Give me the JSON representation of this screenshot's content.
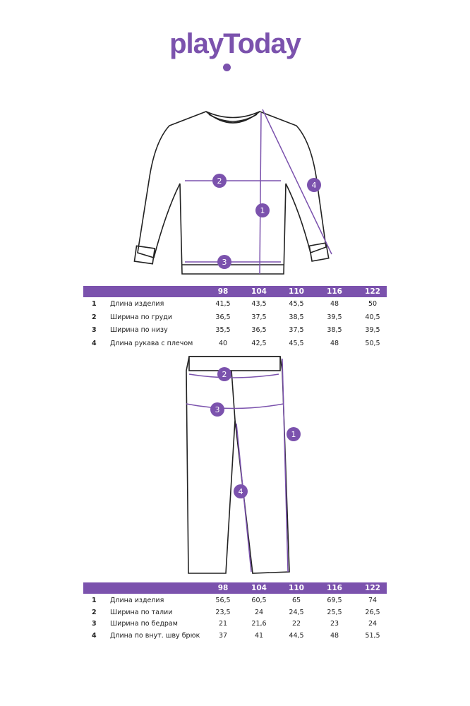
{
  "brand": "playToday",
  "accent": "#7b52ad",
  "sizes": [
    "98",
    "104",
    "110",
    "116",
    "122"
  ],
  "top_table": {
    "rows": [
      {
        "n": "1",
        "label": "Длина изделия",
        "values": [
          "41,5",
          "43,5",
          "45,5",
          "48",
          "50"
        ]
      },
      {
        "n": "2",
        "label": "Ширина по груди",
        "values": [
          "36,5",
          "37,5",
          "38,5",
          "39,5",
          "40,5"
        ]
      },
      {
        "n": "3",
        "label": "Ширина по низу",
        "values": [
          "35,5",
          "36,5",
          "37,5",
          "38,5",
          "39,5"
        ]
      },
      {
        "n": "4",
        "label": "Длина рукава с плечом",
        "values": [
          "40",
          "42,5",
          "45,5",
          "48",
          "50,5"
        ]
      }
    ]
  },
  "bottom_table": {
    "rows": [
      {
        "n": "1",
        "label": "Длина изделия",
        "values": [
          "56,5",
          "60,5",
          "65",
          "69,5",
          "74"
        ]
      },
      {
        "n": "2",
        "label": "Ширина по талии",
        "values": [
          "23,5",
          "24",
          "24,5",
          "25,5",
          "26,5"
        ]
      },
      {
        "n": "3",
        "label": "Ширина по бедрам",
        "values": [
          "21",
          "21,6",
          "22",
          "23",
          "24"
        ]
      },
      {
        "n": "4",
        "label": "Длина по внут. шву брюк",
        "values": [
          "37",
          "41",
          "44,5",
          "48",
          "51,5"
        ]
      }
    ]
  },
  "markers": [
    "1",
    "2",
    "3",
    "4"
  ]
}
